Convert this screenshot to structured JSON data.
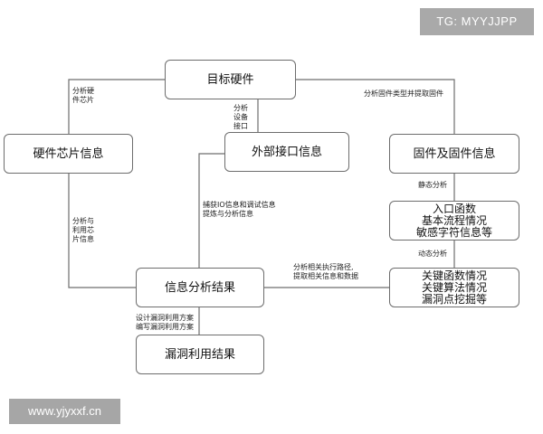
{
  "nodes": {
    "target": "目标硬件",
    "chip": "硬件芯片信息",
    "iface": "外部接口信息",
    "firmware": "固件及固件信息",
    "static_result": [
      "入口函数",
      "基本流程情况",
      "敏感字符信息等"
    ],
    "analysis": "信息分析结果",
    "dynamic_result": [
      "关键函数情况",
      "关键算法情况",
      "漏洞点挖掘等"
    ],
    "exploit": "漏洞利用结果"
  },
  "edge_labels": {
    "target_chip": [
      "分析硬",
      "件芯片"
    ],
    "target_iface": [
      "分析",
      "设备",
      "接口"
    ],
    "target_firmware": [
      "分析固件类型并提取固件"
    ],
    "chip_analysis": [
      "分析与",
      "利用芯",
      "片信息"
    ],
    "iface_analysis": [
      "捕获IO信息和调试信息",
      "提炼与分析信息"
    ],
    "firmware_static": [
      "静态分析"
    ],
    "static_dynamic": [
      "动态分析"
    ],
    "dynamic_analysis": [
      "分析相关执行路径,",
      "提取相关信息和数据"
    ],
    "analysis_exploit": [
      "设计漏洞利用方案",
      "编写漏洞利用方案"
    ]
  },
  "watermarks": {
    "top_right": "TG: MYYJJPP",
    "bottom_left": "www.yjyxxf.cn"
  }
}
